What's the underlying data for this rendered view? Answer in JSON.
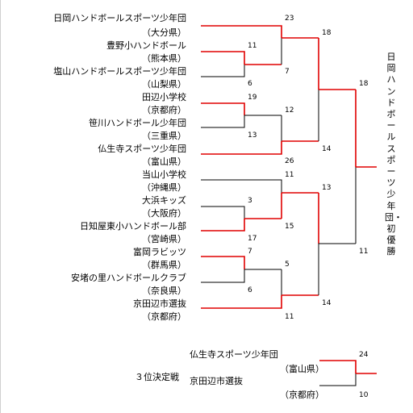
{
  "teams": [
    {
      "name": "日岡ハンドボールスポーツ少年団",
      "pref": "（大分県）"
    },
    {
      "name": "豊野小ハンドボール",
      "pref": "（熊本県）"
    },
    {
      "name": "塩山ハンドボールスポーツ少年団",
      "pref": "（山梨県）"
    },
    {
      "name": "田辺小学校",
      "pref": "（京都府）"
    },
    {
      "name": "笹川ハンドボール少年団",
      "pref": "（三重県）"
    },
    {
      "name": "仏生寺スポーツ少年団",
      "pref": "（富山県）"
    },
    {
      "name": "当山小学校",
      "pref": "（沖縄県）"
    },
    {
      "name": "大浜キッズ",
      "pref": "（大阪府）"
    },
    {
      "name": "日知屋東小ハンドボール部",
      "pref": "（宮崎県）"
    },
    {
      "name": "富岡ラビッツ",
      "pref": "（群馬県）"
    },
    {
      "name": "安堵の里ハンドボールクラブ",
      "pref": "（奈良県）"
    },
    {
      "name": "京田辺市選抜",
      "pref": "（京都府）"
    }
  ],
  "scores": {
    "r1_toyono": "11",
    "r1_enzan": "6",
    "r1_tanabe": "19",
    "r1_sasagawa": "13",
    "r1_ohama": "3",
    "r1_hichiya": "17",
    "r1_tomioka": "7",
    "r1_ando": "6",
    "r2_hioka": "23",
    "r2_toyono": "7",
    "r2_tanabe": "12",
    "r2_busshoji": "26",
    "r2_toyama": "11",
    "r2_hichiya": "15",
    "r2_tomioka": "5",
    "r2_kyotanabe": "11",
    "sf_hioka": "18",
    "sf_busshoji": "14",
    "sf_hichiya": "13",
    "sf_kyotanabe": "14",
    "f_hioka": "18",
    "f_hichiya": "11"
  },
  "champion": "日岡ハンドボールスポーツ少年団・初優勝",
  "third_place": {
    "label": "３位決定戦",
    "team1": "仏生寺スポーツ少年団",
    "team1_pref": "（富山県）",
    "team2": "京田辺市選抜",
    "team2_pref": "（京都府）",
    "score1": "24",
    "score2": "10"
  },
  "colors": {
    "winner_line": "#e00000",
    "loser_line": "#000000"
  }
}
